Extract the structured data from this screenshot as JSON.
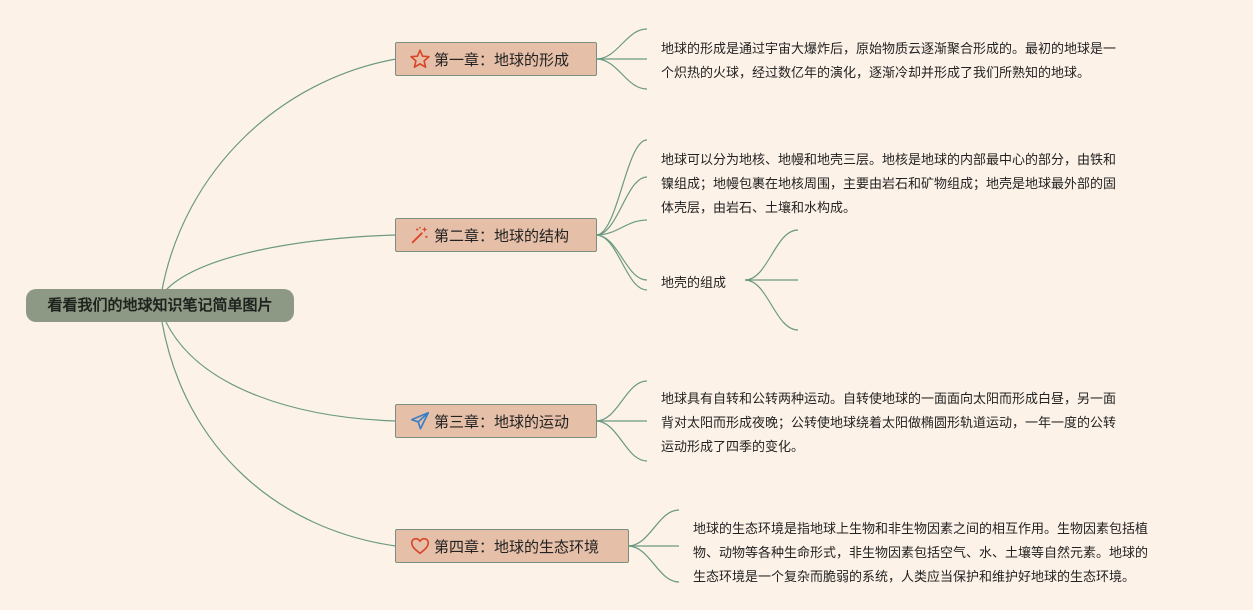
{
  "root": {
    "label": "看看我们的地球知识笔记简单图片"
  },
  "chapters": [
    {
      "title": "第一章：地球的形成",
      "icon": "star-icon",
      "icon_color": "#d9472b",
      "description": [
        "地球的形成是通过宇宙大爆炸后，原始物质云逐渐聚合形成的。最初的地球是一",
        "个炽热的火球，经过数亿年的演化，逐渐冷却并形成了我们所熟知的地球。"
      ]
    },
    {
      "title": "第二章：地球的结构",
      "icon": "magic-wand-icon",
      "icon_color": "#d9472b",
      "description": [
        "地球可以分为地核、地幔和地壳三层。地核是地球的内部最中心的部分，由铁和",
        "镍组成；地幔包裹在地核周围，主要由岩石和矿物组成；地壳是地球最外部的固",
        "体壳层，由岩石、土壤和水构成。"
      ],
      "subtopic": "地壳的组成"
    },
    {
      "title": "第三章：地球的运动",
      "icon": "paper-plane-icon",
      "icon_color": "#3a7fc4",
      "description": [
        "地球具有自转和公转两种运动。自转使地球的一面面向太阳而形成白昼，另一面",
        "背对太阳而形成夜晚；公转使地球绕着太阳做椭圆形轨道运动，一年一度的公转",
        "运动形成了四季的变化。"
      ]
    },
    {
      "title": "第四章：地球的生态环境",
      "icon": "heart-icon",
      "icon_color": "#d9472b",
      "description": [
        "地球的生态环境是指地球上生物和非生物因素之间的相互作用。生物因素包括植",
        "物、动物等各种生命形式，非生物因素包括空气、水、土壤等自然元素。地球的",
        "生态环境是一个复杂而脆弱的系统，人类应当保护和维护好地球的生态环境。"
      ]
    }
  ],
  "colors": {
    "background": "#fdf2e8",
    "root_fill": "#8e9985",
    "chapter_fill": "#e6bfa8",
    "chapter_border": "#7a8f80",
    "connector": "#6b9a80"
  }
}
